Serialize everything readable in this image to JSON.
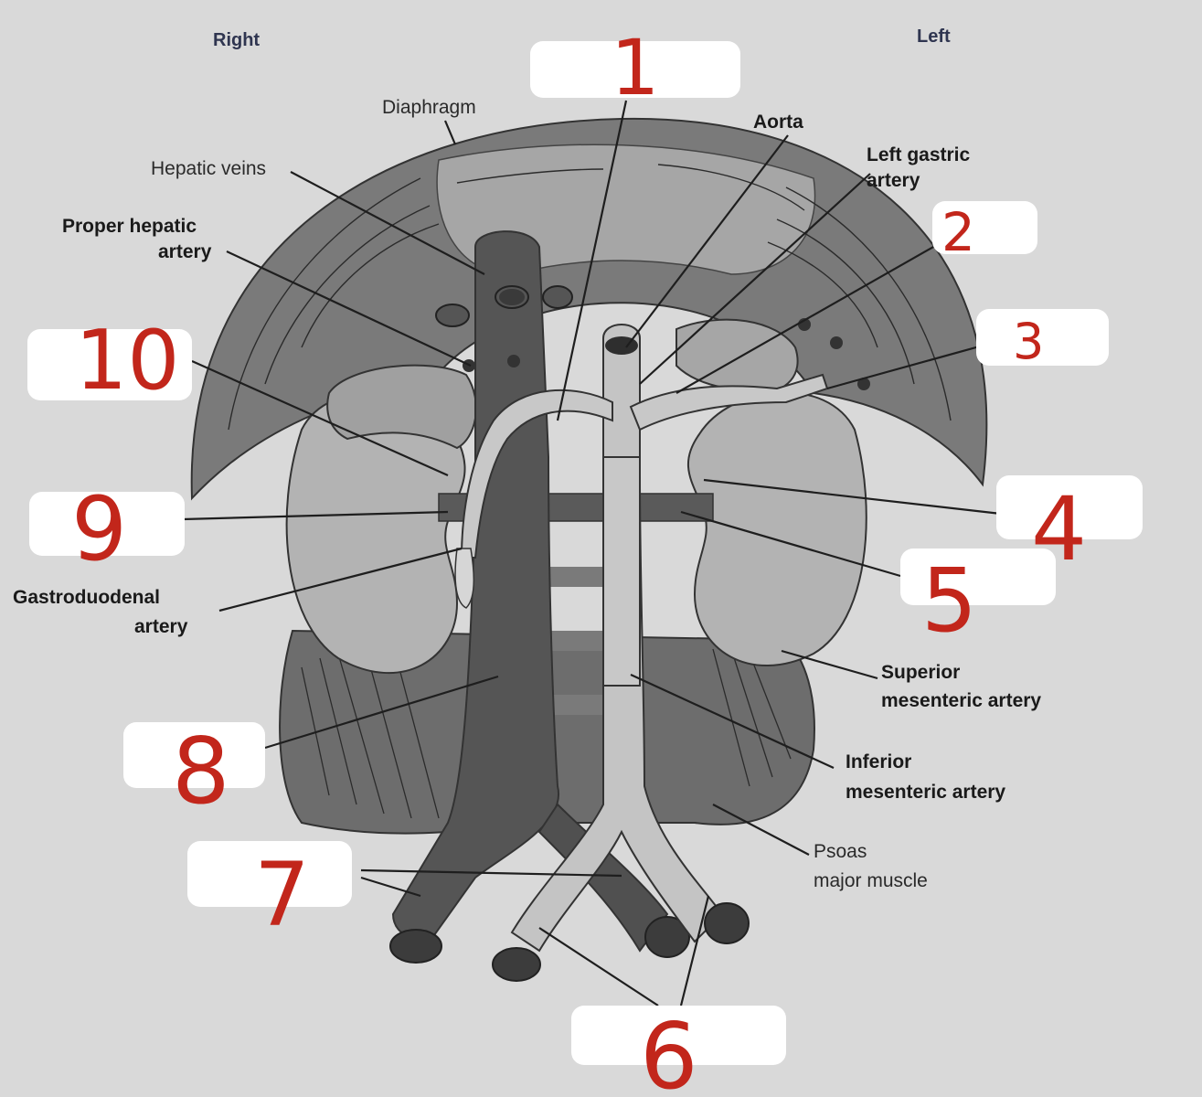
{
  "orientation": {
    "right": "Right",
    "left": "Left"
  },
  "labels": {
    "diaphragm": "Diaphragm",
    "hepatic_veins": "Hepatic veins",
    "aorta": "Aorta",
    "left_gastric_1": "Left gastric",
    "left_gastric_2": "artery",
    "proper_hepatic_1": "Proper hepatic",
    "proper_hepatic_2": "artery",
    "gastroduodenal_1": "Gastroduodenal",
    "gastroduodenal_2": "artery",
    "sma_1": "Superior",
    "sma_2": "mesenteric artery",
    "ima_1": "Inferior",
    "ima_2": "mesenteric artery",
    "psoas_1": "Psoas",
    "psoas_2": "major muscle"
  },
  "answer_numbers": [
    "1",
    "2",
    "3",
    "4",
    "5",
    "6",
    "7",
    "8",
    "9",
    "10"
  ],
  "colors": {
    "background": "#d9d9d9",
    "dark_tissue": "#6e6e6e",
    "mid_tissue": "#9a9a9a",
    "light_tissue": "#bdbdbd",
    "vein": "#555555",
    "annotation_red": "#c2261b",
    "label_blank": "#ffffff"
  }
}
